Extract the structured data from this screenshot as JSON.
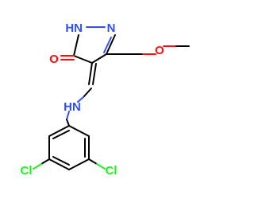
{
  "molecule": {
    "atom_labels": {
      "nh_ring": "HN",
      "n_ring": "N",
      "o_keto": "O",
      "o_ether": "O",
      "nh_amine": "HN",
      "cl_left": "Cl",
      "cl_right": "Cl"
    },
    "colors": {
      "carbon_bond": "#000000",
      "oxygen": "#ff0d0d",
      "nitrogen": "#3050f8",
      "chlorine": "#1ff01f"
    }
  }
}
